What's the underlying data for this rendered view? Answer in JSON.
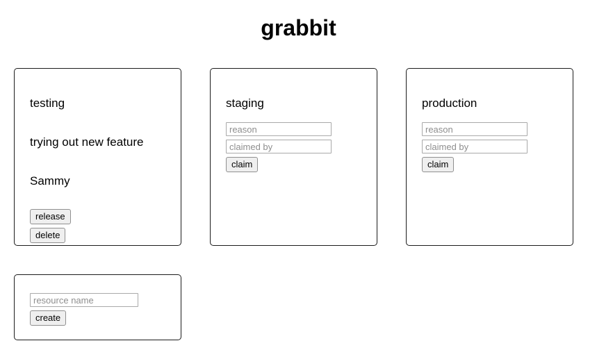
{
  "app": {
    "title": "grabbit"
  },
  "resources": [
    {
      "name": "testing",
      "state": "claimed",
      "reason": "trying out new feature",
      "claimed_by": "Sammy",
      "actions": [
        {
          "label": "release",
          "action": "release"
        },
        {
          "label": "delete",
          "action": "delete"
        }
      ]
    },
    {
      "name": "staging",
      "state": "free",
      "fields": [
        {
          "name": "reason",
          "value": "",
          "placeholder": "reason"
        },
        {
          "name": "claimed_by",
          "value": "",
          "placeholder": "claimed by"
        }
      ],
      "actions": [
        {
          "label": "claim",
          "action": "claim"
        }
      ]
    },
    {
      "name": "production",
      "state": "free",
      "fields": [
        {
          "name": "reason",
          "value": "",
          "placeholder": "reason"
        },
        {
          "name": "claimed_by",
          "value": "",
          "placeholder": "claimed by"
        }
      ],
      "actions": [
        {
          "label": "claim",
          "action": "claim"
        }
      ]
    }
  ],
  "create": {
    "input": {
      "value": "",
      "placeholder": "resource name"
    },
    "button_label": "create"
  },
  "colors": {
    "page_background": "#ffffff",
    "text": "#000000",
    "card_border": "#1b1b1b",
    "input_border": "#a9a9a9",
    "placeholder_text": "#8e8e8e",
    "button_face": "#efefef",
    "button_border": "#8f8f8f"
  }
}
